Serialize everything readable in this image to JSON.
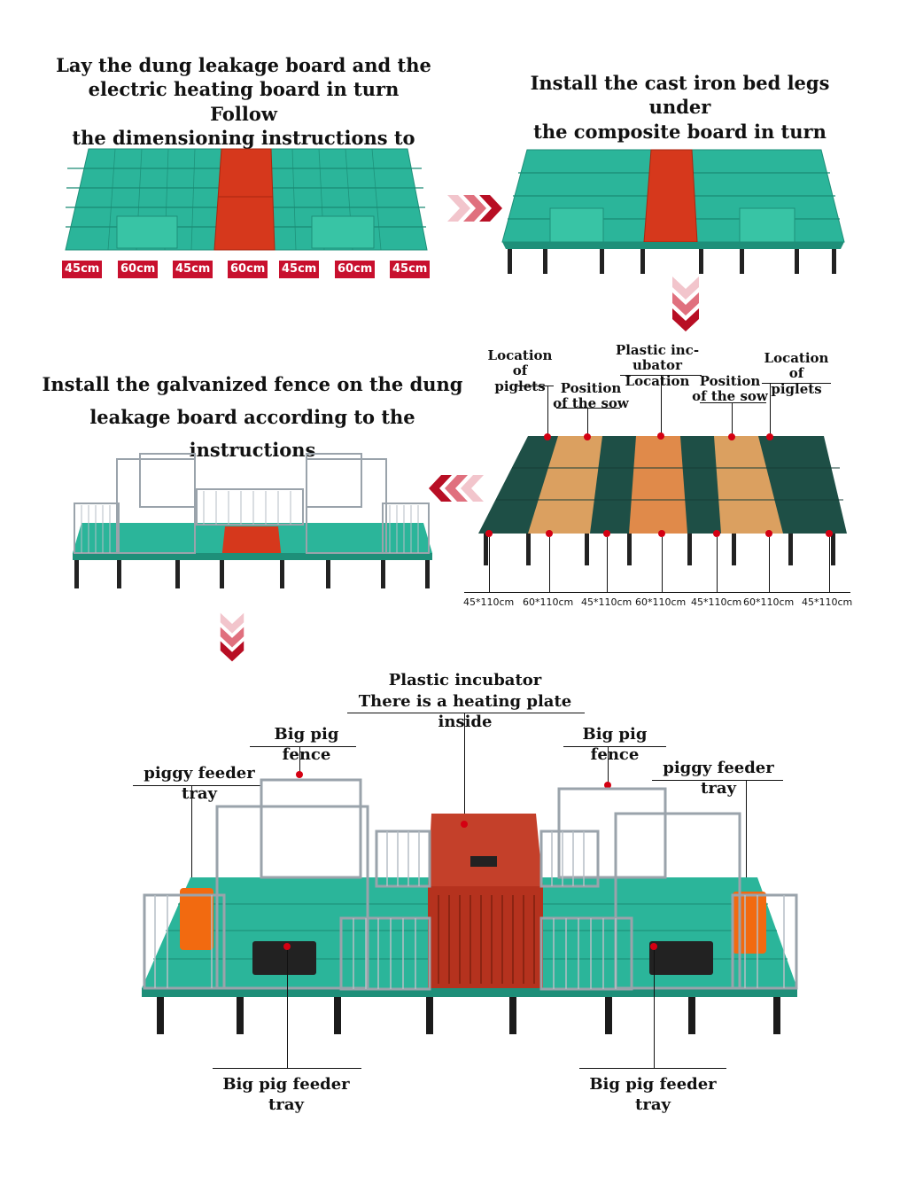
{
  "steps": {
    "step1_heading": "Lay the dung leakage board and the\nelectric heating board in turn Follow\nthe dimensioning instructions to tile",
    "step2_heading": "Install the cast iron bed legs under\nthe composite board in turn",
    "step3_heading": "Install the galvanized fence on the dung\nleakage board according to the instructions"
  },
  "step1_dimensions": [
    "45cm",
    "60cm",
    "45cm",
    "60cm",
    "45cm",
    "60cm",
    "45cm"
  ],
  "step3_labels": {
    "location_piglets": "Location\nof piglets",
    "position_sow": "Position\nof the sow",
    "incubator_location": "Plastic inc-\nubator Location",
    "position_sow_2": "Position\nof the sow",
    "location_piglets_2": "Location\nof piglets"
  },
  "step3_dimensions": [
    "45*110cm",
    "60*110cm",
    "45*110cm",
    "60*110cm",
    "45*110cm",
    "60*110cm",
    "45*110cm"
  ],
  "final_labels": {
    "incubator_title": "Plastic incubator",
    "incubator_sub": "There is a heating plate inside",
    "big_pig_fence_left": "Big pig fence",
    "big_pig_fence_right": "Big pig fence",
    "piggy_feeder_left": "piggy feeder tray",
    "piggy_feeder_right": "piggy feeder tray",
    "big_feeder_left": "Big pig feeder tray",
    "big_feeder_right": "Big pig feeder tray"
  },
  "colors": {
    "board_green": "#2bb59a",
    "heater_red": "#d6381c",
    "dark_board": "#1e4f46",
    "sow_orange": "#dba060",
    "accent_red": "#c8102e"
  }
}
